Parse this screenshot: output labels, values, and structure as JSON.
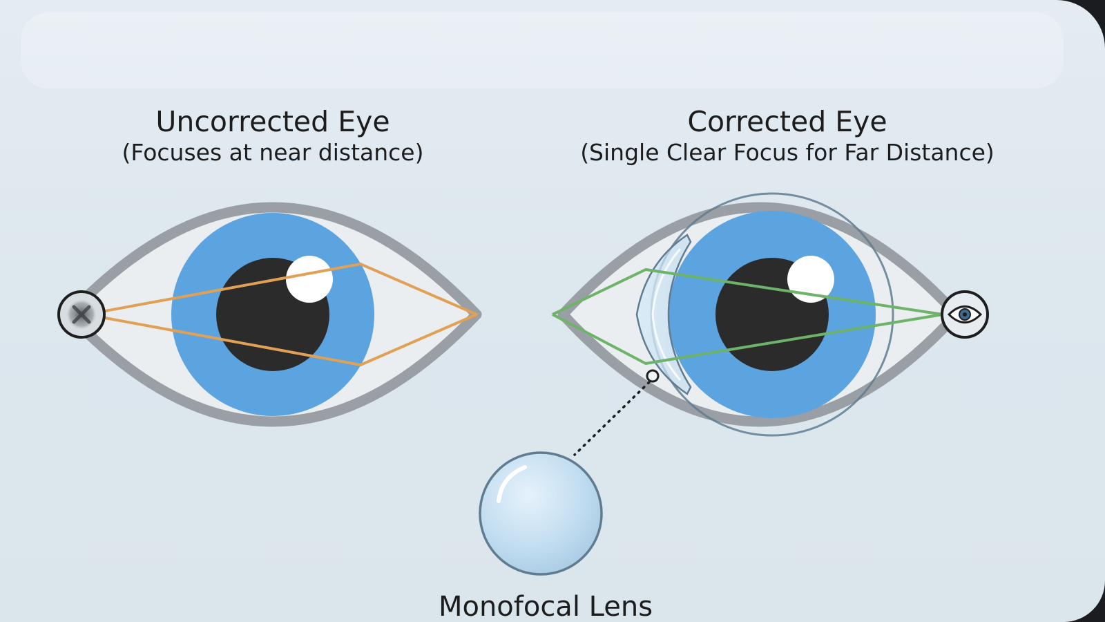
{
  "uncorrected": {
    "title": "Uncorrected Eye",
    "subtitle": "(Focuses at near distance)",
    "ray_color": "#e0a055",
    "marker_icon": "blurred-x-icon"
  },
  "corrected": {
    "title": "Corrected Eye",
    "subtitle": "(Single Clear Focus for Far Distance)",
    "ray_color": "#6db36a",
    "marker_icon": "eye-icon"
  },
  "lens": {
    "label": "Monofocal Lens"
  },
  "colors": {
    "background": "#e1e9ef",
    "sclera_outline": "#999fa4",
    "iris": "#5ca4e0",
    "pupil": "#2b2b2b",
    "lens_fill": "#c2ddf0",
    "lens_stroke": "#5f7c91"
  }
}
